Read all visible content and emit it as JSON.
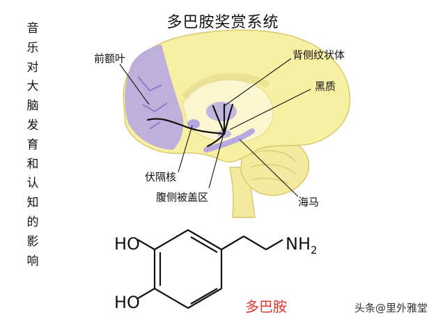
{
  "side_title": [
    "音",
    "乐",
    "对",
    "大",
    "脑",
    "发",
    "育",
    "和",
    "认",
    "知",
    "的",
    "影",
    "响"
  ],
  "title": "多巴胺奖赏系统",
  "labels": {
    "prefrontal": "前额叶",
    "dorsal_striatum": "背侧纹状体",
    "substantia_nigra": "黑质",
    "nucleus_accumbens": "伏隔核",
    "vta": "腹侧被盖区",
    "hippocampus": "海马"
  },
  "molecule": {
    "oh_top": "HO",
    "oh_bottom": "HO",
    "nh": "NH",
    "nh_sub": "2",
    "name": "多巴胺",
    "name_color": "#e0342b"
  },
  "watermark": "头条@里外雅堂",
  "colors": {
    "cortex": "#f7efa2",
    "cortex_edge": "#d8c96a",
    "inner": "#fbf6cf",
    "purple": "#b7a9e0",
    "purple_dark": "#8c7cc8",
    "pathway": "#111111",
    "cerebellum": "#f3eaa0"
  }
}
